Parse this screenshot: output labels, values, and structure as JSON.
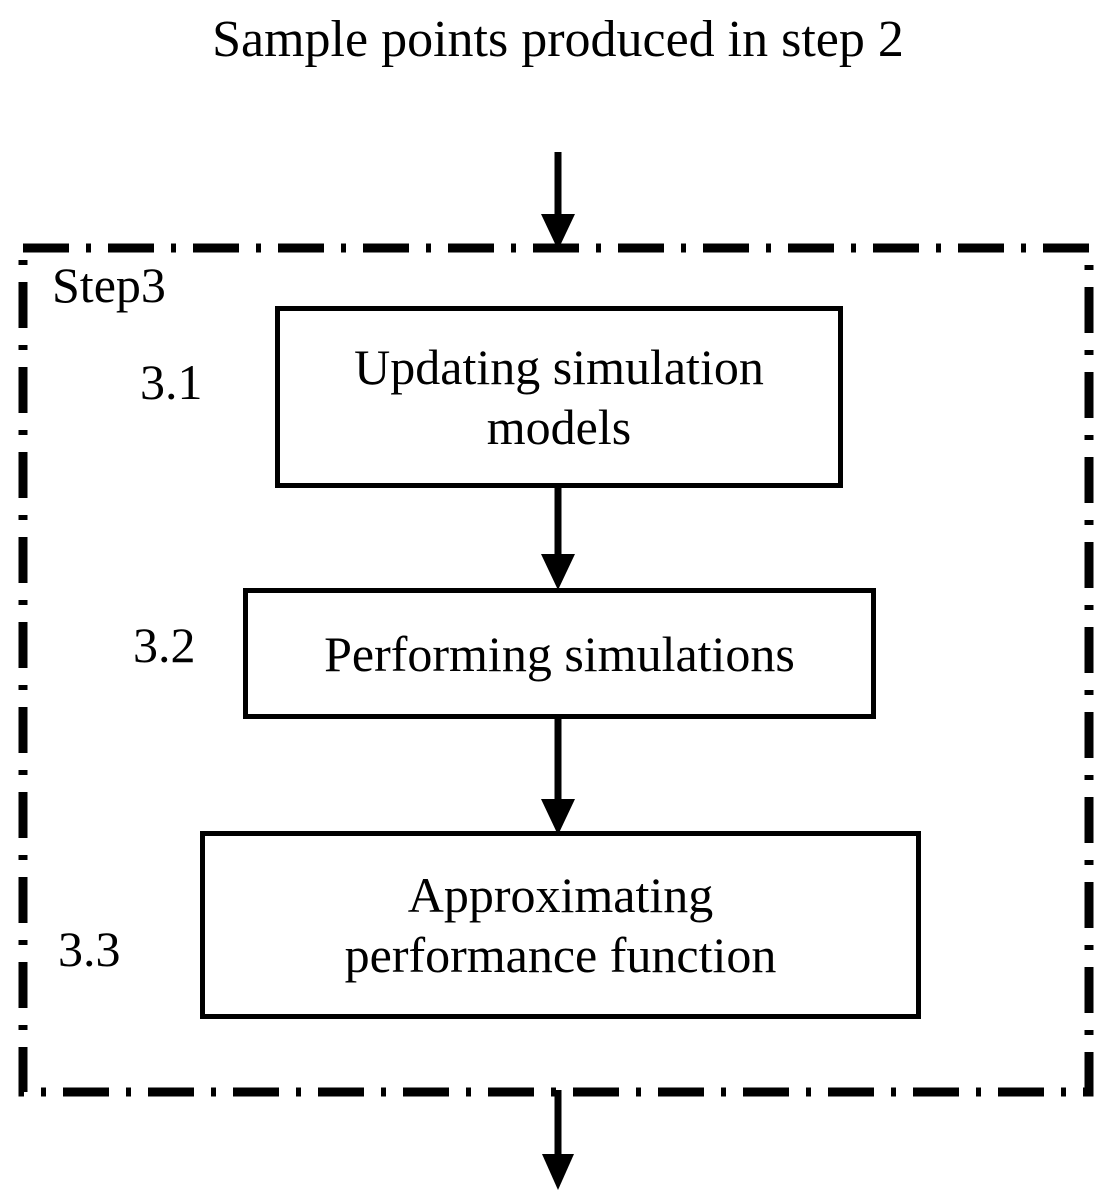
{
  "diagram": {
    "title": "Sample points produced in step 2",
    "group": {
      "label": "Step3",
      "border_style": "dash-dot",
      "border_color": "#000000"
    },
    "substeps": [
      {
        "number": "3.1",
        "box_label": "Updating simulation\nmodels"
      },
      {
        "number": "3.2",
        "box_label": "Performing simulations"
      },
      {
        "number": "3.3",
        "box_label": "Approximating\nperformance function"
      }
    ],
    "arrows": [
      {
        "name": "incoming-arrow",
        "from": "Sample points produced in step 2",
        "to": "Step3 group"
      },
      {
        "name": "arrow-3-1-to-3-2",
        "from": "Updating simulation models",
        "to": "Performing simulations"
      },
      {
        "name": "arrow-3-2-to-3-3",
        "from": "Performing simulations",
        "to": "Approximating performance function"
      },
      {
        "name": "outgoing-arrow",
        "from": "Step3 group",
        "to": "next step"
      }
    ]
  }
}
